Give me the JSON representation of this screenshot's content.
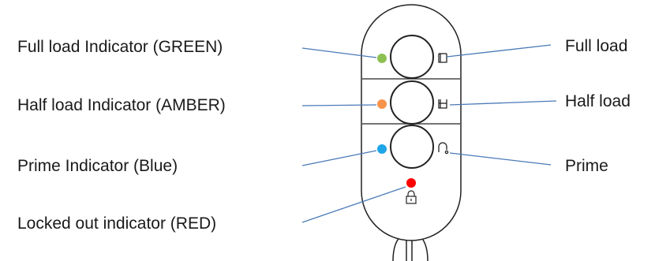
{
  "labels": {
    "left": [
      "Full load Indicator (GREEN)",
      "Half load Indicator (AMBER)",
      "Prime Indicator (Blue)",
      "Locked out indicator (RED)"
    ],
    "right": [
      "Full load",
      "Half load",
      "Prime"
    ]
  },
  "indicators": [
    {
      "name": "full-load-indicator",
      "color": "#8cc152"
    },
    {
      "name": "half-load-indicator",
      "color": "#f7934c"
    },
    {
      "name": "prime-indicator",
      "color": "#1fa6e8"
    },
    {
      "name": "locked-out-indicator",
      "color": "#ff0000"
    }
  ],
  "icons": {
    "full_load": "full-load-icon",
    "half_load": "half-load-icon",
    "prime": "prime-icon",
    "lock": "lock-icon"
  },
  "colors": {
    "leader_line": "#4a7ab8",
    "outline": "#222222"
  }
}
